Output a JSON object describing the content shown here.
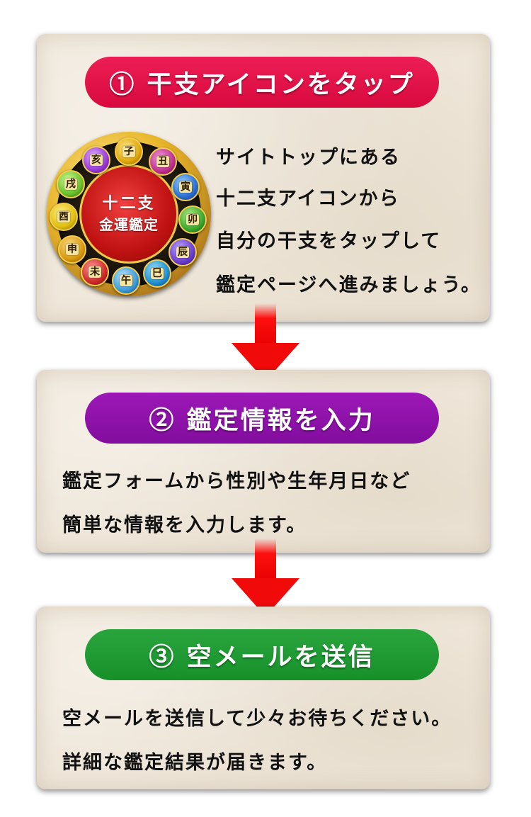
{
  "steps": [
    {
      "title": "① 干支アイコンをタップ",
      "lines": [
        "サイトトップにある",
        "十二支アイコンから",
        "自分の干支をタップして",
        "鑑定ページへ進みましょう。"
      ],
      "color": "#e01048"
    },
    {
      "title": "② 鑑定情報を入力",
      "lines": [
        "鑑定フォームから性別や生年月日など",
        "簡単な情報を入力します。"
      ],
      "color": "#8e12aa"
    },
    {
      "title": "③ 空メールを送信",
      "lines": [
        "空メールを送信して少々お待ちください。",
        "詳細な鑑定結果が届きます。"
      ],
      "color": "#1f9a33"
    }
  ],
  "wheel": {
    "center_line1": "十二支",
    "center_line2": "金運鑑定",
    "zodiac": [
      "子",
      "丑",
      "寅",
      "卯",
      "辰",
      "巳",
      "午",
      "未",
      "申",
      "酉",
      "戌",
      "亥"
    ]
  },
  "arrow_color": "#f01010"
}
